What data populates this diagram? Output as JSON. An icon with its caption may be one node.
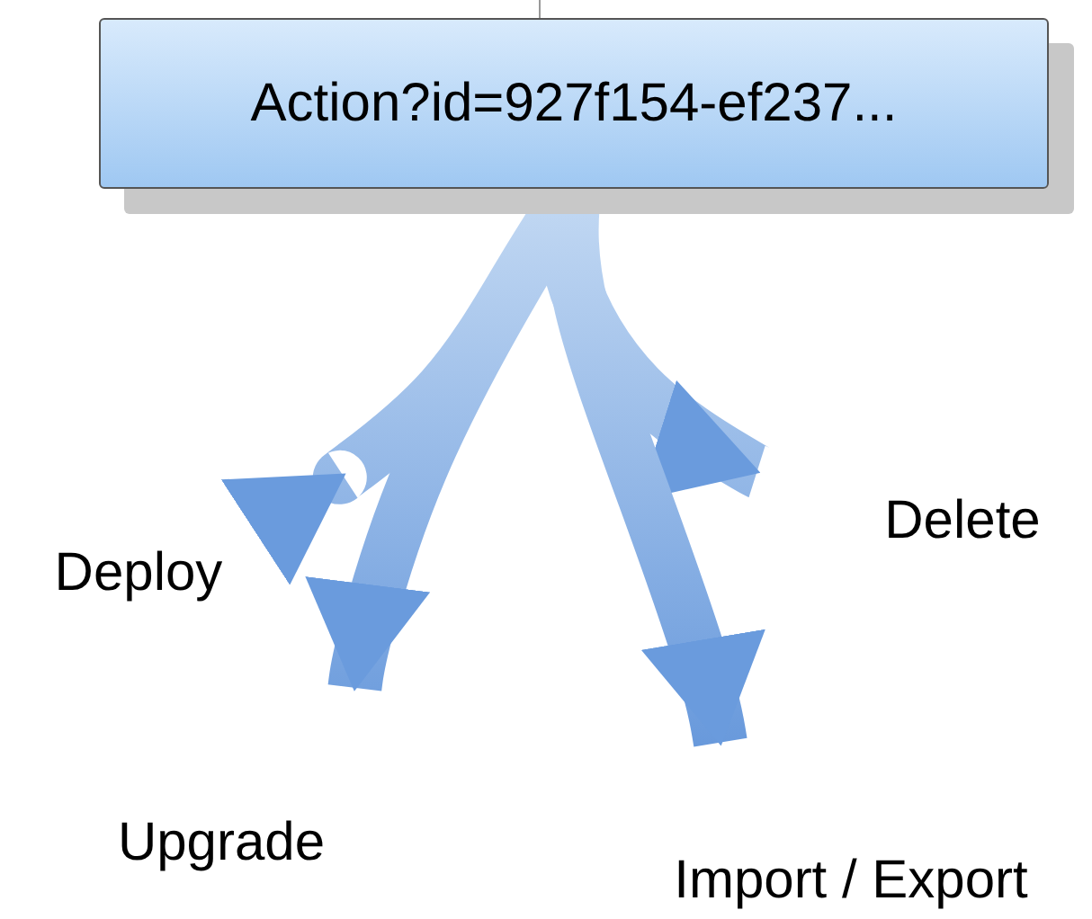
{
  "diagram": {
    "nodes": [
      {
        "text": [
          "Action?id=927f154-ef237..."
        ]
      },
      {
        "text": [
          "Deploy"
        ]
      },
      {
        "text": [
          "Delete"
        ]
      },
      {
        "text": [
          "Upgrade"
        ]
      },
      {
        "text": [
          "Import / Export"
        ]
      }
    ],
    "edges": [
      {
        "from": 0,
        "to": 1,
        "arrow": "to",
        "style": "thick"
      },
      {
        "from": 0,
        "to": 2,
        "arrow": "to",
        "style": "thick"
      },
      {
        "from": 0,
        "to": 3,
        "arrow": "to",
        "style": "thick"
      },
      {
        "from": 0,
        "to": 4,
        "arrow": "to",
        "style": "thick"
      }
    ]
  }
}
